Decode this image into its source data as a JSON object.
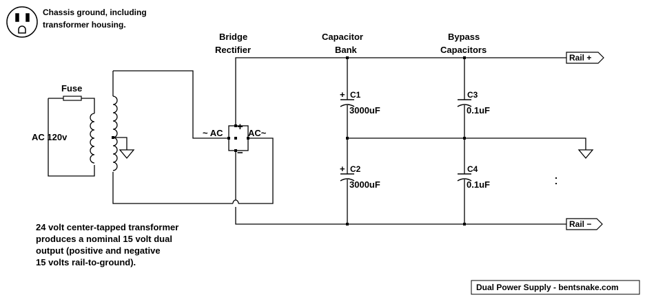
{
  "chassis_note": [
    "Chassis ground, including",
    "transformer housing."
  ],
  "fuse_label": "Fuse",
  "ac_input_label": "AC 120v",
  "bridge_label": [
    "Bridge",
    "Rectifier"
  ],
  "bridge_ac_left": "~ AC",
  "bridge_ac_right": "AC~",
  "bridge_plus": "+",
  "bridge_minus": "−",
  "capacitor_bank_label": [
    "Capacitor",
    "Bank"
  ],
  "bypass_label": [
    "Bypass",
    "Capacitors"
  ],
  "rail_plus": "Rail +",
  "rail_minus": "Rail −",
  "c1": {
    "name": "C1",
    "value": "3000uF",
    "polarity": "+"
  },
  "c2": {
    "name": "C2",
    "value": "3000uF",
    "polarity": "+"
  },
  "c3": {
    "name": "C3",
    "value": "0.1uF"
  },
  "c4": {
    "name": "C4",
    "value": "0.1uF"
  },
  "description": [
    "24 volt center-tapped transformer",
    "produces a nominal 15 volt dual",
    "output (positive and negative",
    "15 volts rail-to-ground)."
  ],
  "footer": "Dual Power Supply - bentsnake.com"
}
